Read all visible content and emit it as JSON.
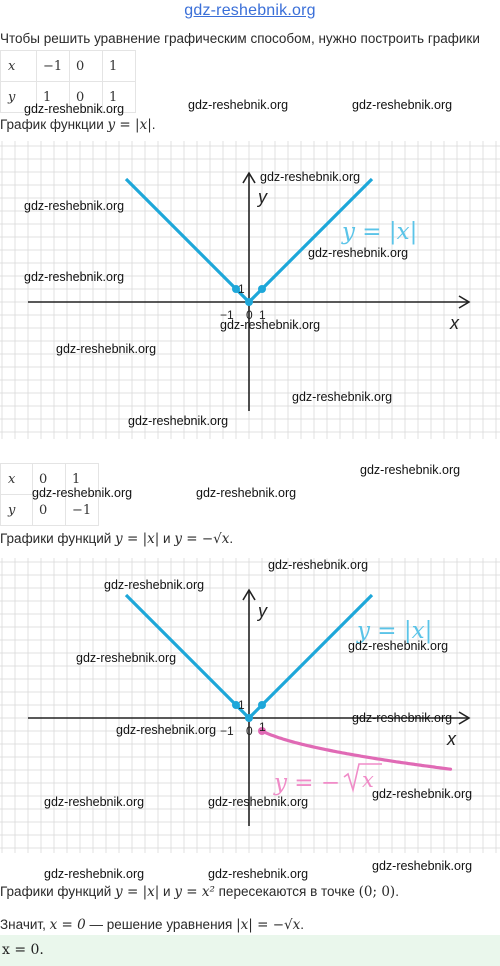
{
  "header": {
    "site": "gdz-reshebnik.org"
  },
  "watermark": "gdz-reshebnik.org",
  "intro": "Чтобы решить уравнение графическим способом, нужно построить графики",
  "table1": {
    "rows": [
      {
        "head": "x",
        "cells": [
          "−1",
          "0",
          "1"
        ]
      },
      {
        "head": "y",
        "cells": [
          "1",
          "0",
          "1"
        ]
      }
    ]
  },
  "caption1": {
    "prefix": "График функции ",
    "formula": "y = |x|",
    "suffix": "."
  },
  "graph1": {
    "axis_x": "x",
    "axis_y": "y",
    "tick_neg": "−1",
    "tick_zero": "0",
    "tick_pos": "1",
    "tick_one_y": "1",
    "curve_label": "y = |x|",
    "colors": {
      "abs": "#1ea7d9",
      "sqrt": "#e06ab5",
      "grid": "#d9d9d9",
      "axis": "#222222"
    }
  },
  "table2": {
    "rows": [
      {
        "head": "x",
        "cells": [
          "0",
          "1"
        ]
      },
      {
        "head": "y",
        "cells": [
          "0",
          "−1"
        ]
      }
    ]
  },
  "caption2": {
    "prefix": "Графики функций ",
    "f1": "y = |x|",
    "mid": " и ",
    "f2": "y = −√x",
    "suffix": "."
  },
  "graph2": {
    "axis_x": "x",
    "axis_y": "y",
    "tick_neg": "−1",
    "tick_zero": "0",
    "tick_pos": "1",
    "tick_one_y": "1",
    "label_abs": "y = |x|",
    "label_sqrt_prefix": "y = −",
    "label_sqrt_radicand": "x"
  },
  "conclusion1": {
    "prefix": "Графики функций ",
    "f1": "y = |x|",
    "mid": " и ",
    "f2": "y = x²",
    "text": " пересекаются в точке ",
    "point": "(0; 0)",
    "suffix": "."
  },
  "conclusion2": {
    "prefix": "Значит, ",
    "x0": "x = 0",
    "text": " — решение уравнения ",
    "eq": "|x| = −√x",
    "suffix": "."
  },
  "answer": "x = 0."
}
